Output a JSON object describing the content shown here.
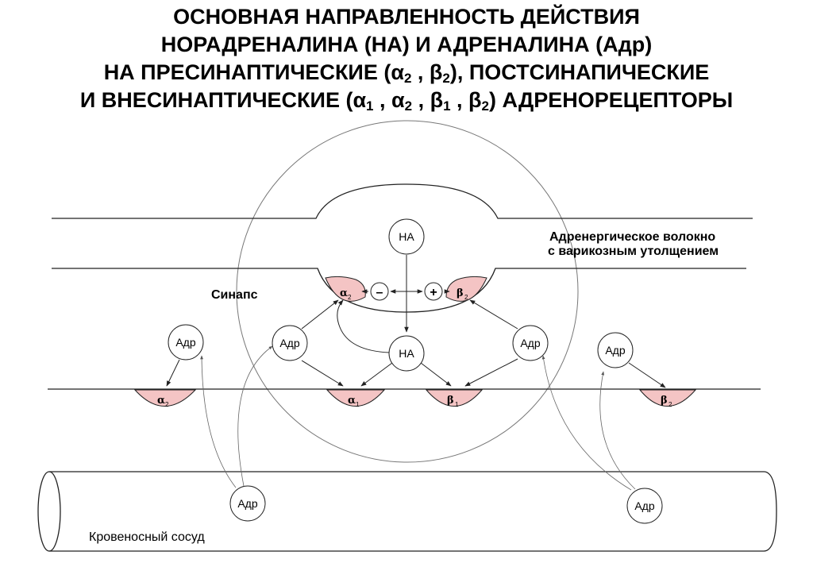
{
  "title": {
    "line1": "ОСНОВНАЯ  НАПРАВЛЕННОСТЬ  ДЕЙСТВИЯ",
    "line2": "НОРАДРЕНАЛИНА (НА)   И  АДРЕНАЛИНА (Адр)",
    "line3_a": "НА  ПРЕСИНАПТИЧЕСКИЕ  (α",
    "line3_s1": "2",
    "line3_b": " , β",
    "line3_s2": "2",
    "line3_c": "), ПОСТСИНАПИЧЕСКИЕ",
    "line4_a": "И ВНЕСИНАПТИЧЕСКИЕ (α",
    "line4_s1": "1",
    "line4_b": " , α",
    "line4_s2": "2",
    "line4_c": " , β",
    "line4_s3": "1",
    "line4_d": " , β",
    "line4_s4": "2",
    "line4_e": ")  АДРЕНОРЕЦЕПТОРЫ"
  },
  "labels": {
    "fiber_line1": "Адренергическое волокно",
    "fiber_line2": "с варикозным утолщением",
    "synapse": "Синапс",
    "vessel": "Кровеносный сосуд"
  },
  "nodes": {
    "na_top": "НА",
    "na_mid": "НА",
    "adr_left_outer": "Адр",
    "adr_left_inner": "Адр",
    "adr_right_inner": "Адр",
    "adr_right_outer": "Адр",
    "adr_vessel_left": "Адр",
    "adr_vessel_right": "Адр"
  },
  "signs": {
    "minus": "–",
    "plus": "+"
  },
  "receptors": {
    "pre_alpha": {
      "letter": "α",
      "sub": "2"
    },
    "pre_beta": {
      "letter": "β",
      "sub": "2"
    },
    "post_alpha2": {
      "letter": "α",
      "sub": "2"
    },
    "post_alpha1": {
      "letter": "α",
      "sub": "1"
    },
    "post_beta1": {
      "letter": "β",
      "sub": "1"
    },
    "post_beta2": {
      "letter": "β",
      "sub": "2"
    }
  },
  "colors": {
    "receptor_fill": "#f4c4c4",
    "line": "#222222"
  }
}
